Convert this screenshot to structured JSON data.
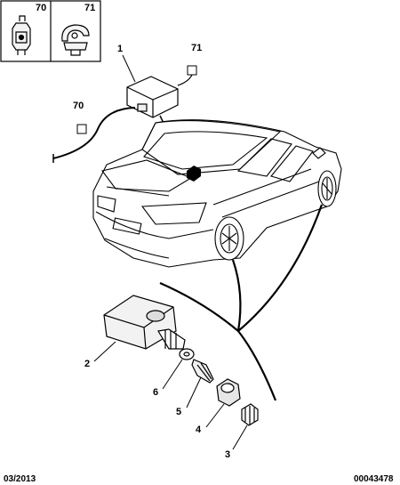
{
  "inset_labels": [
    "70",
    "71"
  ],
  "callouts": {
    "c1": "1",
    "c70": "70",
    "c71": "71",
    "c2": "2",
    "c6": "6",
    "c5": "5",
    "c4": "4",
    "c3": "3"
  },
  "footer": {
    "date": "03/2013",
    "ref": "00043478"
  }
}
